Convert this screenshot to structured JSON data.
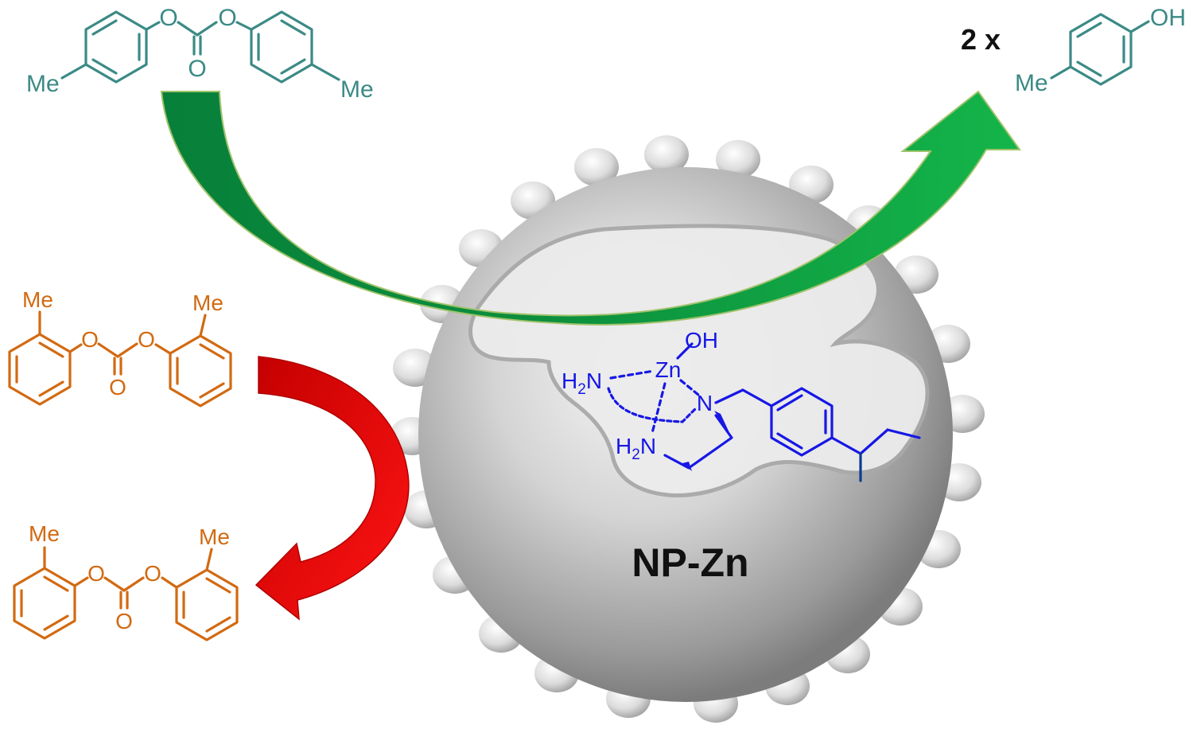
{
  "colors": {
    "teal": "#3b8a85",
    "orange": "#d26a12",
    "blue": "#1717e6",
    "green_arrow": "#0fa040",
    "red_arrow": "#dd0000",
    "sphere": "#c8c8c8"
  },
  "top_reactant": {
    "substituent_left": "Me",
    "substituent_right": "Me",
    "ester_o1": "O",
    "ester_o2": "O",
    "carbonyl_o": "O"
  },
  "product": {
    "coefficient": "2 x",
    "substituent": "Me",
    "hydroxyl": "OH"
  },
  "left_reactant": {
    "substituent_left": "Me",
    "substituent_right": "Me",
    "ester_o1": "O",
    "ester_o2": "O",
    "carbonyl_o": "O"
  },
  "left_unreacted": {
    "substituent_left": "Me",
    "substituent_right": "Me",
    "ester_o1": "O",
    "ester_o2": "O",
    "carbonyl_o": "O"
  },
  "catalyst": {
    "label": "NP-Zn",
    "metal": "Zn",
    "hydroxide": "OH",
    "amine_1": "H",
    "amine_1_sub": "2",
    "amine_1_n": "N",
    "amine_2": "H",
    "amine_2_sub": "2",
    "amine_2_n": "N",
    "tertiary_n": "N"
  },
  "arrows": {
    "green": "green-curved-arrow",
    "red": "red-curved-arrow"
  }
}
